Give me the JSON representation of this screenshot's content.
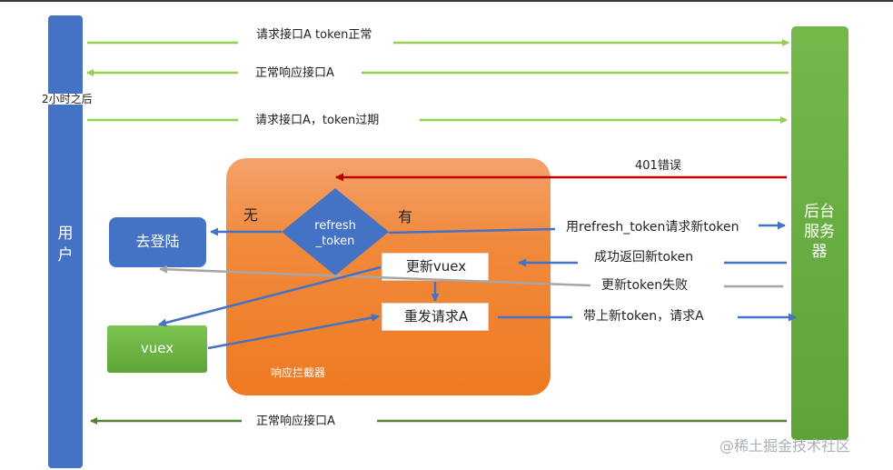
{
  "user": {
    "label": "用户"
  },
  "server": {
    "label": "后台服务器"
  },
  "time_note": "2小时之后",
  "messages": {
    "req_ok": "请求接口A token正常",
    "resp_ok_1": "正常响应接口A",
    "req_expired": "请求接口A，token过期",
    "err_401": "401错误",
    "refresh_req": "用refresh_token请求新token",
    "refresh_ok": "成功返回新token",
    "refresh_fail": "更新token失败",
    "retry_req": "带上新token，请求A",
    "resp_ok_2": "正常响应接口A"
  },
  "interceptor": {
    "label": "响应拦截器",
    "decision": "refresh_token",
    "branch_no": "无",
    "branch_yes": "有",
    "update_vuex": "更新vuex",
    "resend": "重发请求A"
  },
  "login_box": "去登陆",
  "vuex_box": "vuex",
  "watermark": "@稀土掘金技术社区",
  "colors": {
    "user_blue": "#4472c4",
    "server_green": "#6aae40",
    "interceptor_orange": "#ee7a22",
    "arrow_green": "#92d050",
    "arrow_dark_green": "#548235",
    "arrow_red": "#c00000",
    "arrow_blue": "#4472c4",
    "arrow_gray": "#a6a6a6"
  }
}
